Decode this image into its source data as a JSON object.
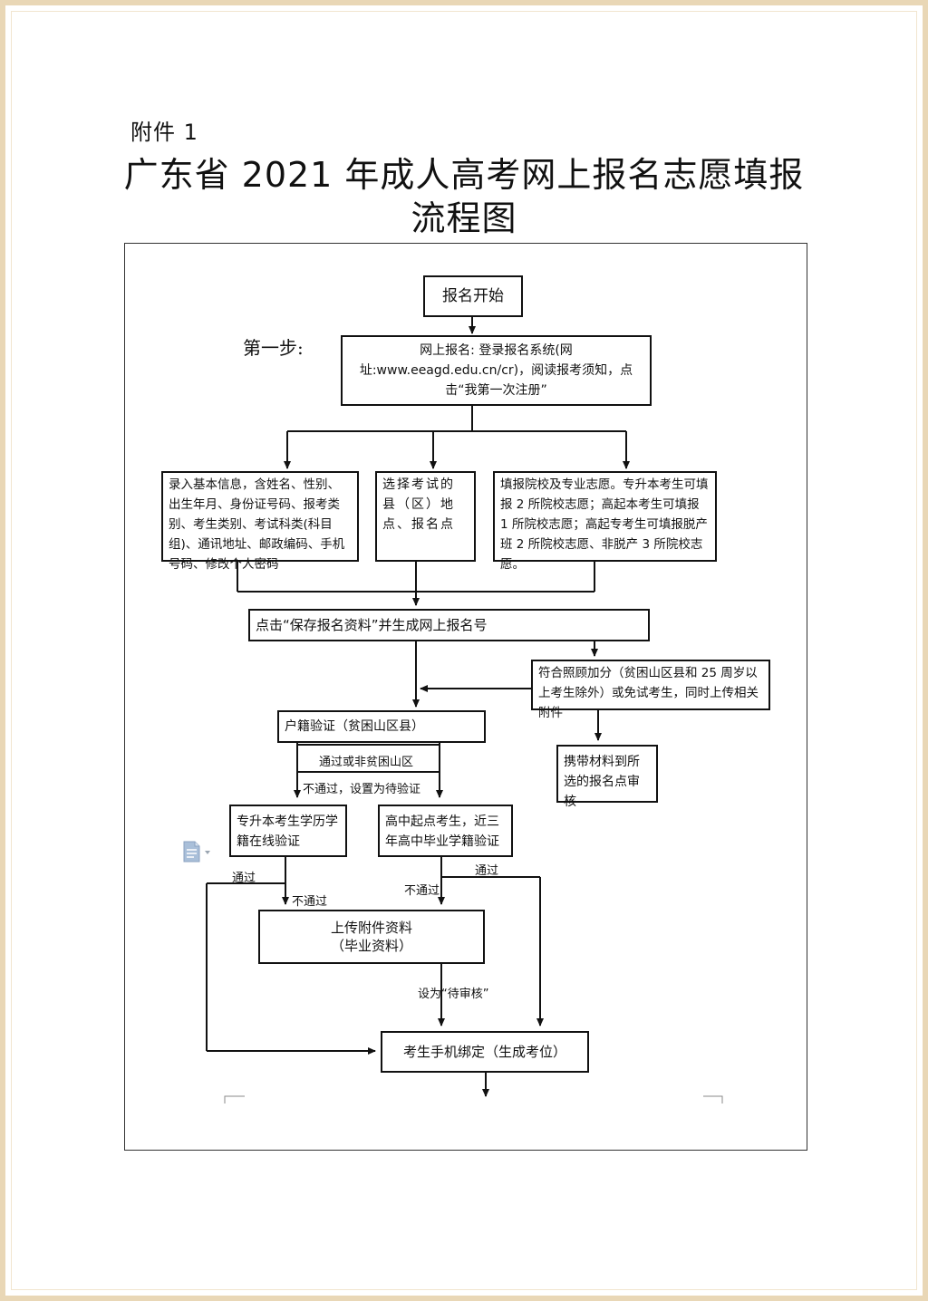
{
  "header": {
    "attachment": "附件 1",
    "title_line1": "广东省 2021 年成人高考网上报名志愿填报",
    "title_line2": "流程图"
  },
  "flow": {
    "start": "报名开始",
    "step_label": "第一步:",
    "online": "网上报名: 登录报名系统(网址:www.eeagd.edu.cn/cr)，阅读报考须知，点击“我第一次注册”",
    "basic_info": "录入基本信息，含姓名、性别、出生年月、身份证号码、报考类别、考生类别、考试科类(科目组)、通讯地址、邮政编码、手机号码、修改个人密码",
    "exam_location": "选择考试的县（区）地点、报名点",
    "wishes": "填报院校及专业志愿。专升本考生可填报 2 所院校志愿；高起本考生可填报 1 所院校志愿；高起专考生可填报脱产班 2 所院校志愿、非脱产 3 所院校志愿。",
    "save": "点击“保存报名资料”并生成网上报名号",
    "bonus": "符合照顾加分（贫困山区县和 25 周岁以上考生除外）或免试考生，同时上传相关附件",
    "carry": "携带材料到所选的报名点审核",
    "hukou": "户籍验证（贫困山区县）",
    "pass_or_non": "通过或非贫困山区",
    "fail_pending": "不通过，设置为待验证",
    "zsb_verify": "专升本考生学历学籍在线验证",
    "gz_verify": "高中起点考生，近三年高中毕业学籍验证",
    "pass_left": "通过",
    "fail_left": "不通过",
    "fail_right": "不通过",
    "pass_right": "通过",
    "upload_line1": "上传附件资料",
    "upload_line2": "（毕业资料）",
    "set_pending": "设为“待审核”",
    "bind_phone": "考生手机绑定（生成考位）"
  },
  "icons": {
    "doc": "document-icon"
  }
}
